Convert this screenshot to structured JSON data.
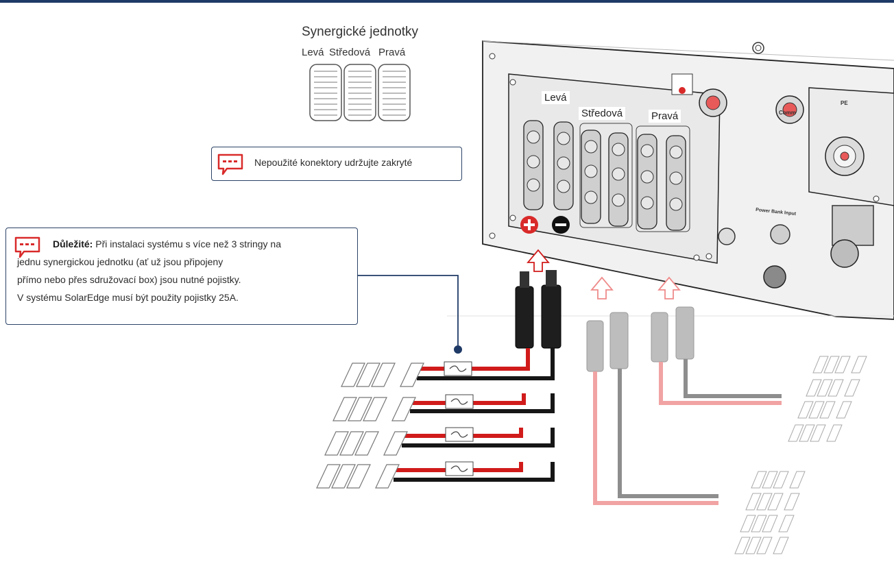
{
  "units_title": "Synergické jednotky",
  "unit_names": [
    "Levá",
    "Středová",
    "Pravá"
  ],
  "connector_labels": [
    "Levá",
    "Středová",
    "Pravá"
  ],
  "note_unused": "Nepoužité konektory udržujte zakryté",
  "note_important": {
    "label": "Důležité:",
    "lines": [
      "Při instalaci systému s více než 3 stringy na",
      "jednu synergickou jednotku (ať už jsou připojeny",
      "přímo nebo přes sdružovací box) jsou nutné pojistky.",
      "V systému SolarEdge musí být použity pojistky 25A."
    ]
  },
  "device_labels": {
    "comm": "Comm",
    "pe": "PE",
    "power_bank": "Power Bank Input"
  },
  "colors": {
    "frame": "#1f3a66",
    "wire_positive": "#d11b1b",
    "wire_negative": "#1a1a1a",
    "wire_positive_faded": "#f1a3a3",
    "wire_negative_faded": "#9a9a9a",
    "icon_red": "#d92a2a"
  }
}
